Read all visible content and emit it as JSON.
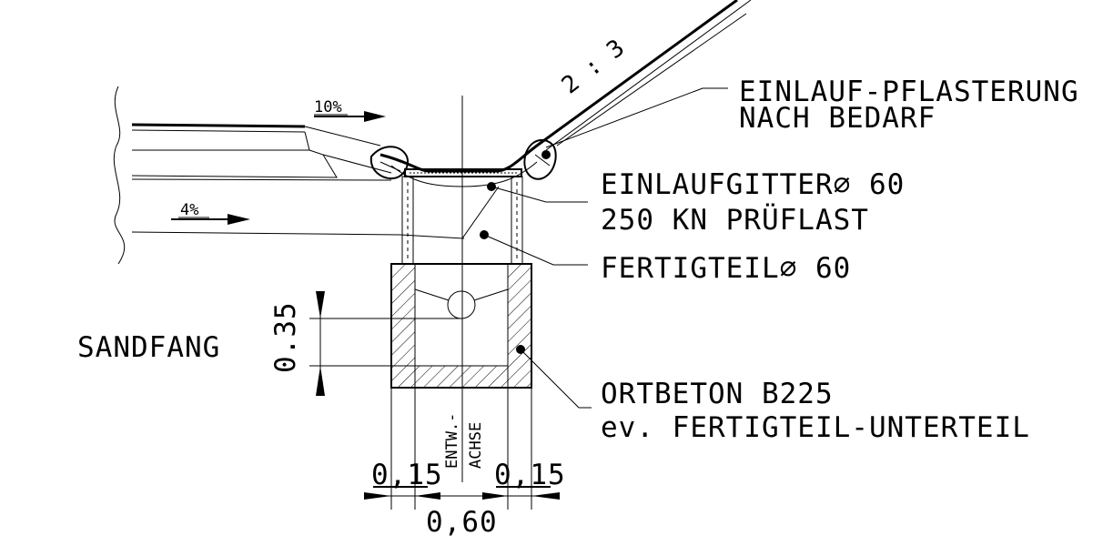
{
  "labels": {
    "slope_top": "2 : 3",
    "paving_line1": "EINLAUF-PFLASTERUNG",
    "paving_line2": "NACH BEDARF",
    "grate_line1": "EINLAUFGITTER⌀ 60",
    "grate_line2": "250 KN PRÜFLAST",
    "precast": "FERTIGTEIL⌀ 60",
    "concrete_line1": "ORTBETON B225",
    "concrete_line2": "ev. FERTIGTEIL-UNTERTEIL",
    "sandfang": "SANDFANG",
    "slope_upper": "10%",
    "slope_lower": "4%",
    "axis_line1": "ENTW.-",
    "axis_line2": "ACHSE"
  },
  "dimensions": {
    "sand_depth": "0.35",
    "wall_left": "0,15",
    "wall_right": "0,15",
    "width": "0,60"
  }
}
